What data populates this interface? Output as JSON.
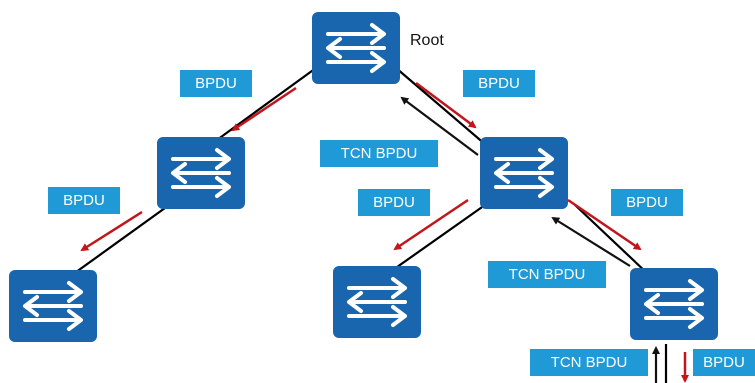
{
  "root_label": "Root",
  "labels": {
    "bpdu_left_top": "BPDU",
    "bpdu_right_top": "BPDU",
    "tcn_right_top": "TCN BPDU",
    "bpdu_left_mid": "BPDU",
    "bpdu_center": "BPDU",
    "bpdu_right_mid": "BPDU",
    "tcn_right_mid": "TCN BPDU",
    "tcn_bottom": "TCN BPDU",
    "bpdu_bottom": "BPDU"
  },
  "colors": {
    "switch_fill": "#1a66ae",
    "switch_arrow": "#ffffff",
    "label_bg": "#1f9ad6",
    "bpdu_arrow": "#c0161c",
    "tcn_arrow": "#111111",
    "link": "#000000"
  },
  "icons": {
    "switch": "switch-icon"
  }
}
